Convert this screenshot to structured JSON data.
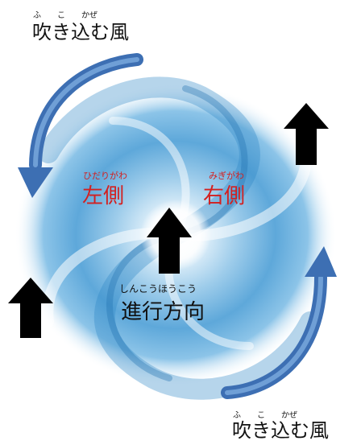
{
  "labels": {
    "inflow_top": {
      "ruby": "ふ　　こ　　かぜ",
      "text": "吹き込む風"
    },
    "inflow_bottom": {
      "ruby": "ふ　　こ　　かぜ",
      "text": "吹き込む風"
    },
    "left_side": {
      "ruby": "ひだりがわ",
      "text": "左側"
    },
    "right_side": {
      "ruby": "みぎがわ",
      "text": "右側"
    },
    "direction": {
      "ruby": "しんこうほうこう",
      "text": "進行方向"
    }
  },
  "colors": {
    "typhoon_light": "#e8f4fb",
    "typhoon_mid": "#8cc4e8",
    "typhoon_dark": "#2f86c6",
    "curved_arrow": "#3d6fb3",
    "straight_arrow": "#000000",
    "side_label": "#d32020",
    "text": "#111111"
  },
  "icons": {
    "typhoon": "swirl-icon",
    "wind": "curved-arrow-icon",
    "movement": "up-arrow-icon"
  }
}
